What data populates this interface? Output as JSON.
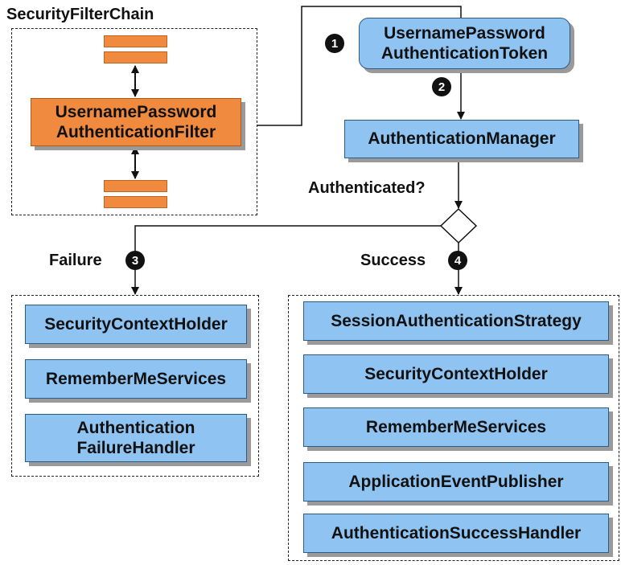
{
  "chain": {
    "title": "SecurityFilterChain",
    "filter_label": "UsernamePassword\nAuthenticationFilter"
  },
  "token_label": "UsernamePassword\nAuthenticationToken",
  "manager_label": "AuthenticationManager",
  "decision_label": "Authenticated?",
  "failure": {
    "label": "Failure",
    "badge": "3",
    "items": [
      "SecurityContextHolder",
      "RememberMeServices",
      "Authentication\nFailureHandler"
    ]
  },
  "success": {
    "label": "Success",
    "badge": "4",
    "items": [
      "SessionAuthenticationStrategy",
      "SecurityContextHolder",
      "RememberMeServices",
      "ApplicationEventPublisher",
      "AuthenticationSuccessHandler"
    ]
  },
  "badges": {
    "one": "1",
    "two": "2"
  },
  "colors": {
    "component_fill": "#8ec3f2",
    "filter_fill": "#f08a3e",
    "shadow": "#9a9a9a"
  }
}
